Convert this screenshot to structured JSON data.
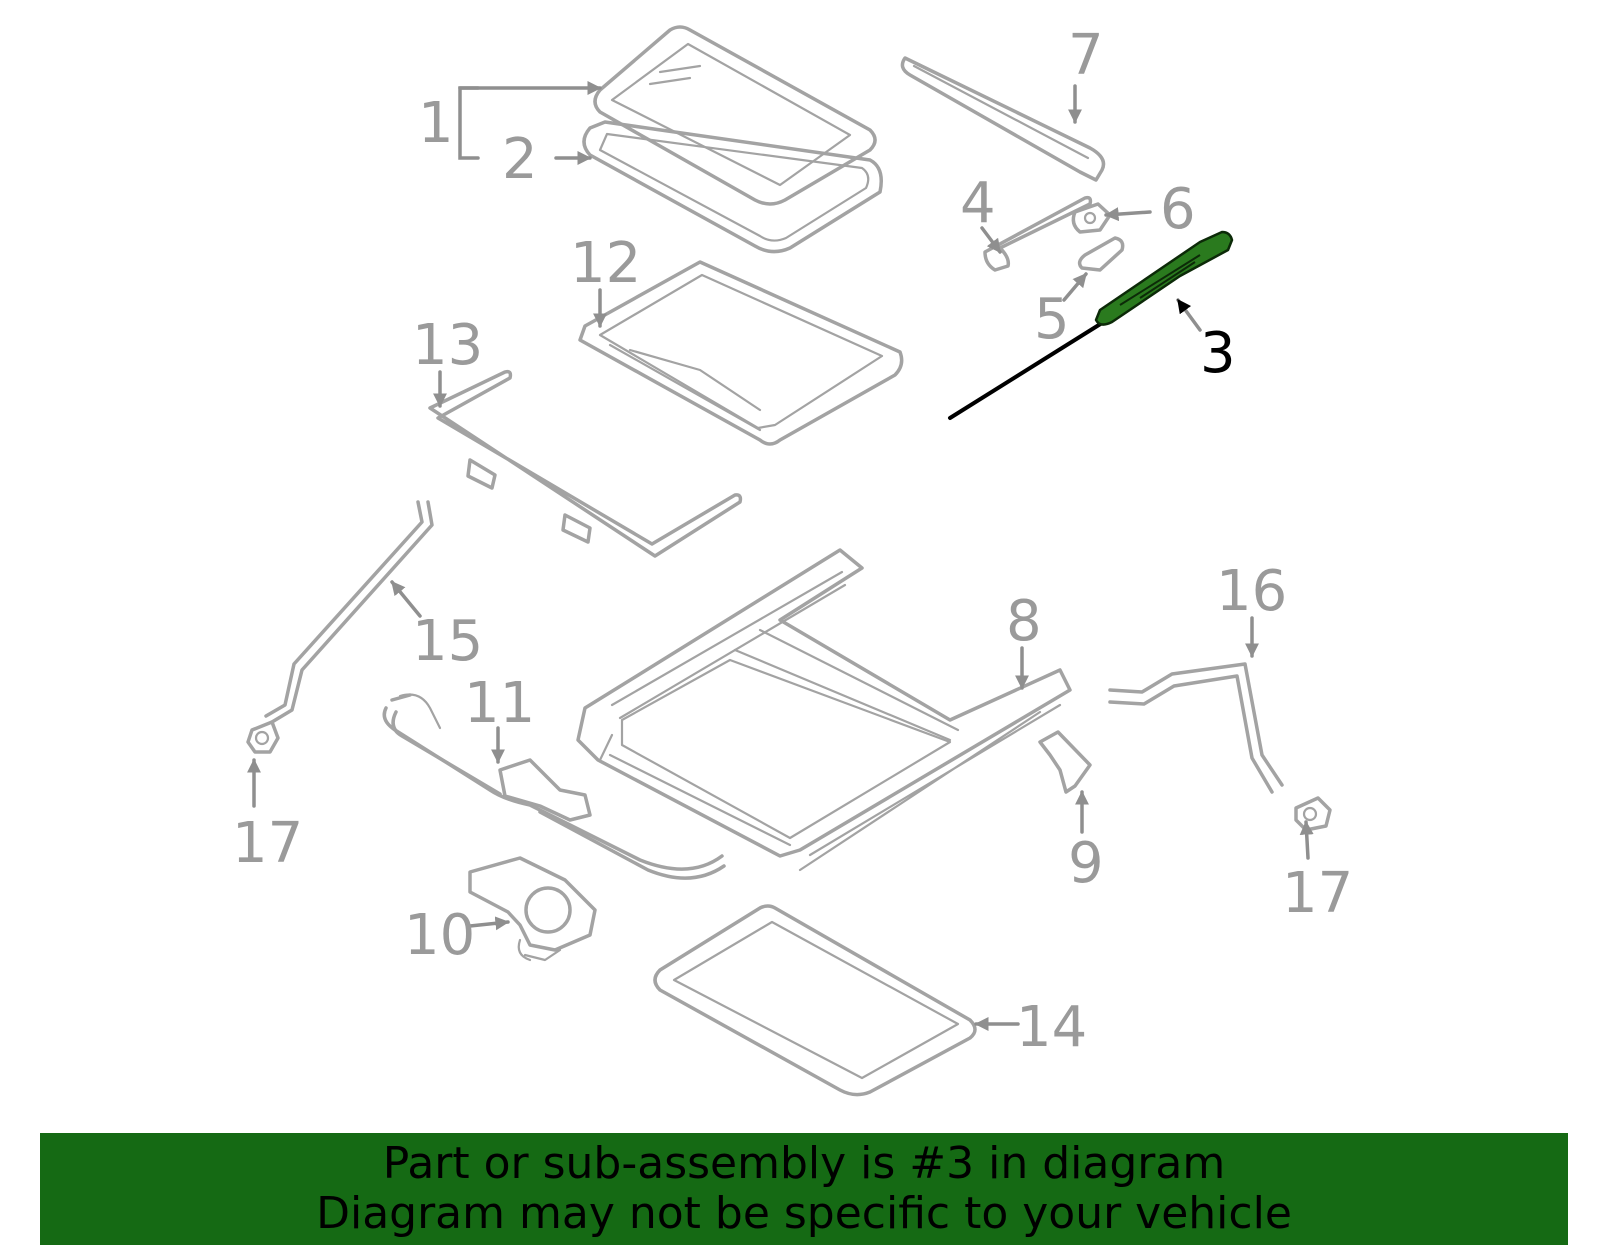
{
  "callouts": {
    "c1": "1",
    "c2": "2",
    "c3": "3",
    "c4": "4",
    "c5": "5",
    "c6": "6",
    "c7": "7",
    "c8": "8",
    "c9": "9",
    "c10": "10",
    "c11": "11",
    "c12": "12",
    "c13": "13",
    "c14": "14",
    "c15": "15",
    "c16": "16",
    "c17a": "17",
    "c17b": "17"
  },
  "highlight": {
    "part_number": "3",
    "color": "#2a7a1e"
  },
  "banner": {
    "line1": "Part or sub-assembly is #3 in diagram",
    "line2": "Diagram may not be specific to your vehicle",
    "background": "#156a14"
  }
}
